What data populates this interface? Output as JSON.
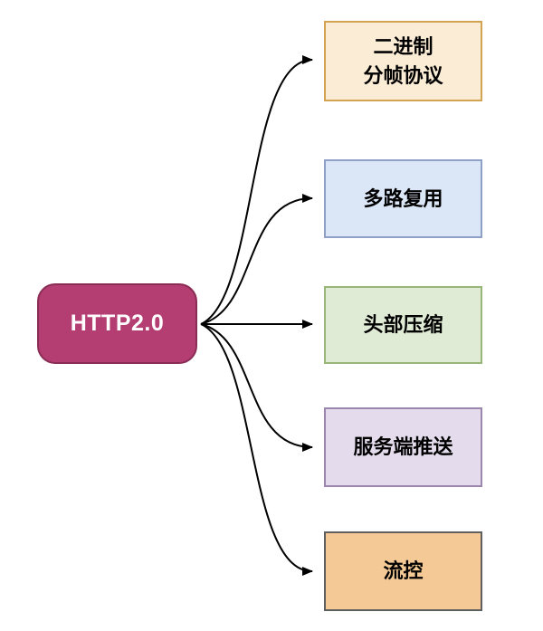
{
  "diagram": {
    "background": "#ffffff",
    "edge_color": "#000000",
    "root": {
      "label": "HTTP2.0",
      "fill": "#b43d72",
      "stroke": "#8a2d55",
      "text_color": "#ffffff"
    },
    "children": [
      {
        "label": "二进制\n分帧协议",
        "fill": "#fbecd5",
        "stroke": "#d2a351",
        "text_color": "#000000"
      },
      {
        "label": "多路复用",
        "fill": "#dbe6f7",
        "stroke": "#8fa0c6",
        "text_color": "#000000"
      },
      {
        "label": "头部压缩",
        "fill": "#e0ebd5",
        "stroke": "#97b678",
        "text_color": "#000000"
      },
      {
        "label": "服务端推送",
        "fill": "#e4dcec",
        "stroke": "#9b87ae",
        "text_color": "#000000"
      },
      {
        "label": "流控",
        "fill": "#f4c995",
        "stroke": "#5f5f5f",
        "text_color": "#000000"
      }
    ]
  }
}
